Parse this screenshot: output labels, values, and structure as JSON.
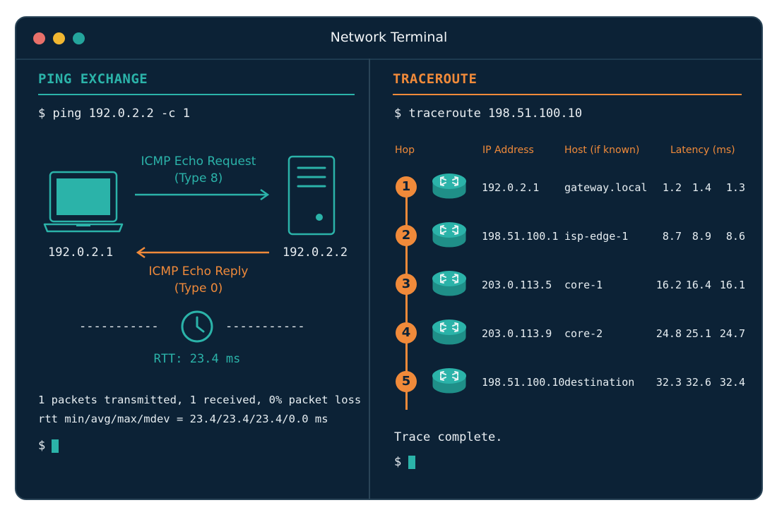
{
  "window": {
    "title": "Network Terminal",
    "controls": [
      {
        "name": "close",
        "color": "#e8706a"
      },
      {
        "name": "minimize",
        "color": "#f1b731"
      },
      {
        "name": "maximize",
        "color": "#24a59c"
      }
    ]
  },
  "colors": {
    "background": "#0c2236",
    "teal": "#2bb3a9",
    "orange": "#f08a3a",
    "text": "#e6edf1"
  },
  "ping": {
    "heading": "PING EXCHANGE",
    "command": "$ ping 192.0.2.2 -c 1",
    "request_label_1": "ICMP Echo Request",
    "request_label_2": "(Type 8)",
    "reply_label_1": "ICMP Echo Reply",
    "reply_label_2": "(Type 0)",
    "client_ip": "192.0.2.1",
    "server_ip": "192.0.2.2",
    "dashes_left": "-----------",
    "dashes_right": "-----------",
    "rtt": "RTT: 23.4 ms",
    "summary_1": "1 packets transmitted, 1 received, 0% packet loss",
    "summary_2": "rtt min/avg/max/mdev = 23.4/23.4/23.4/0.0 ms",
    "prompt": "$",
    "icons": {
      "client": "laptop-icon",
      "server": "server-icon",
      "timer": "clock-icon"
    }
  },
  "traceroute": {
    "heading": "TRACEROUTE",
    "command": "$ traceroute 198.51.100.10",
    "columns": {
      "hop": "Hop",
      "ip": "IP Address",
      "host": "Host (if known)",
      "latency": "Latency (ms)"
    },
    "hops": [
      {
        "hop": "1",
        "ip": "192.0.2.1",
        "host": "gateway.local",
        "lat": [
          "1.2",
          "1.4",
          "1.3"
        ]
      },
      {
        "hop": "2",
        "ip": "198.51.100.1",
        "host": "isp-edge-1",
        "lat": [
          "8.7",
          "8.9",
          "8.6"
        ]
      },
      {
        "hop": "3",
        "ip": "203.0.113.5",
        "host": "core-1",
        "lat": [
          "16.2",
          "16.4",
          "16.1"
        ]
      },
      {
        "hop": "4",
        "ip": "203.0.113.9",
        "host": "core-2",
        "lat": [
          "24.8",
          "25.1",
          "24.7"
        ]
      },
      {
        "hop": "5",
        "ip": "198.51.100.10",
        "host": "destination",
        "lat": [
          "32.3",
          "32.6",
          "32.4"
        ]
      }
    ],
    "hop_icon": "router-icon",
    "complete": "Trace complete.",
    "prompt": "$"
  }
}
